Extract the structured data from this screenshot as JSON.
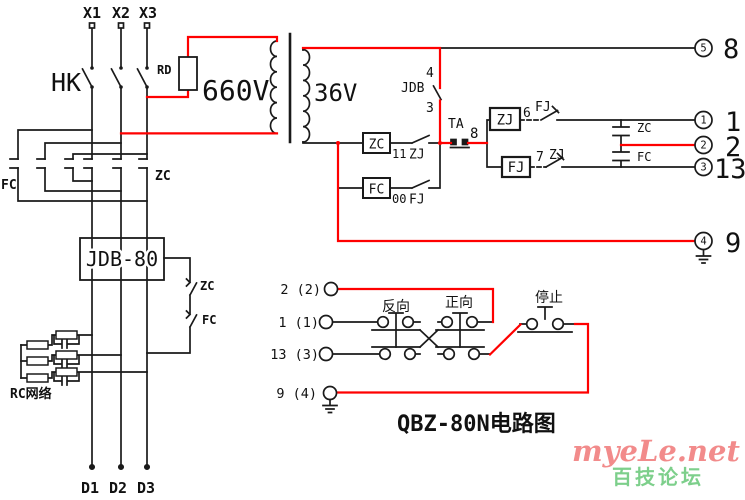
{
  "colors": {
    "wire": "#1a1a1a",
    "highlight": "#ff0000",
    "watermark_main": "#f28b8b",
    "watermark_sub": "#7dcf8b",
    "background": "#ffffff"
  },
  "title": "QBZ-80N电路图",
  "watermark": {
    "main": "myeLe.net",
    "sub": "百技论坛"
  },
  "power": {
    "inputs": [
      "X1",
      "X2",
      "X3"
    ],
    "outputs": [
      "D1",
      "D2",
      "D3"
    ],
    "switch": "HK",
    "fuse": "RD",
    "primary": "660V",
    "secondary": "36V",
    "protector": "JDB-80",
    "rc_label": "RC网络",
    "fc_contacts": "FC",
    "zc_contacts": "ZC",
    "zc_aux": "ZC",
    "fc_aux": "FC"
  },
  "control": {
    "jdb": {
      "name": "JDB",
      "top_pin": "4",
      "bottom_pin": "3"
    },
    "zc_coil": "ZC",
    "zc_coil_pin": "11",
    "zj_no": "ZJ",
    "fc_coil": "FC",
    "fc_coil_pin": "00",
    "fj_no": "FJ",
    "ta": {
      "name": "TA",
      "pin": "8"
    },
    "zj_relay": "ZJ",
    "fj_nc_pin": "6",
    "fj_nc": "FJ",
    "fj_relay": "FJ",
    "zj_nc_pin": "7",
    "zj_nc": "ZJ",
    "zc_out": "ZC",
    "fc_out": "FC",
    "terminals": [
      {
        "pin": "5",
        "label": "8"
      },
      {
        "pin": "1",
        "label": "1"
      },
      {
        "pin": "2",
        "label": "2"
      },
      {
        "pin": "3",
        "label": "13"
      },
      {
        "pin": "4",
        "label": "9"
      }
    ]
  },
  "station": {
    "terminals": [
      "2 (2)",
      "1 (1)",
      "13 (3)",
      "9 (4)"
    ],
    "buttons": [
      "反向",
      "正向",
      "停止"
    ]
  }
}
